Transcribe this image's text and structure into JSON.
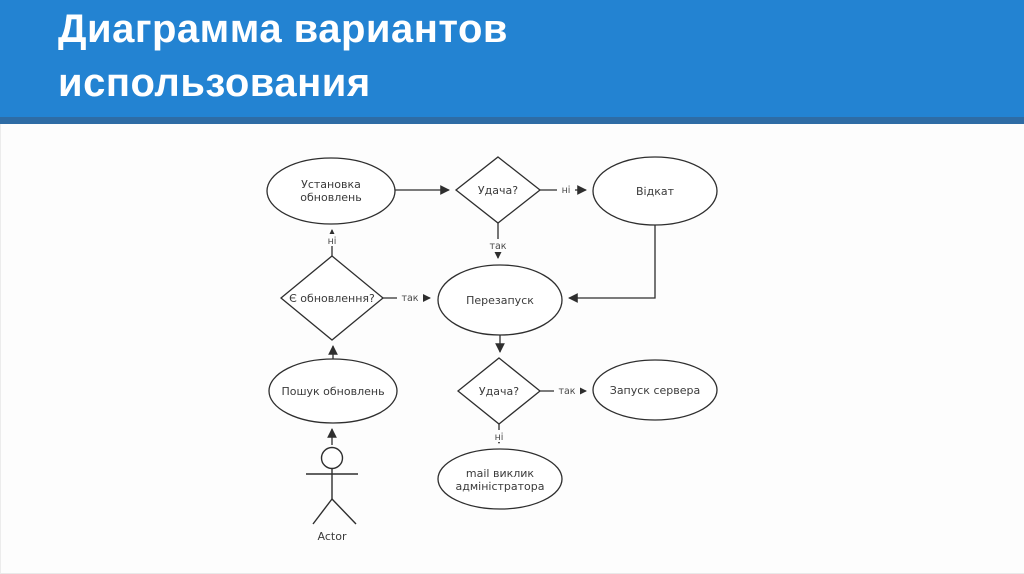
{
  "header": {
    "title_line1": "Диаграмма вариантов",
    "title_line2": "использования"
  },
  "colors": {
    "header_bg": "#2383d2",
    "header_accent": "#2e6ca5",
    "node_stroke": "#2e2e2e",
    "label_text": "#3a3a3a",
    "content_bg": "#fdfdfd"
  },
  "diagram": {
    "labels": {
      "yes": "так",
      "no": "ні"
    },
    "nodes": {
      "install": {
        "type": "ellipse",
        "line1": "Установка",
        "line2": "обновлень"
      },
      "success_top": {
        "type": "decision",
        "label": "Удача?"
      },
      "rollback": {
        "type": "ellipse",
        "label": "Відкат"
      },
      "has_update": {
        "type": "decision",
        "label": "Є обновлення?"
      },
      "restart": {
        "type": "ellipse",
        "label": "Перезапуск"
      },
      "search": {
        "type": "ellipse",
        "label": "Пошук обновлень"
      },
      "success_bottom": {
        "type": "decision",
        "label": "Удача?"
      },
      "server": {
        "type": "ellipse",
        "label": "Запуск сервера"
      },
      "mail": {
        "type": "ellipse",
        "line1": "mail виклик",
        "line2": "адміністратора"
      },
      "actor": {
        "type": "actor",
        "label": "Actor"
      }
    }
  }
}
